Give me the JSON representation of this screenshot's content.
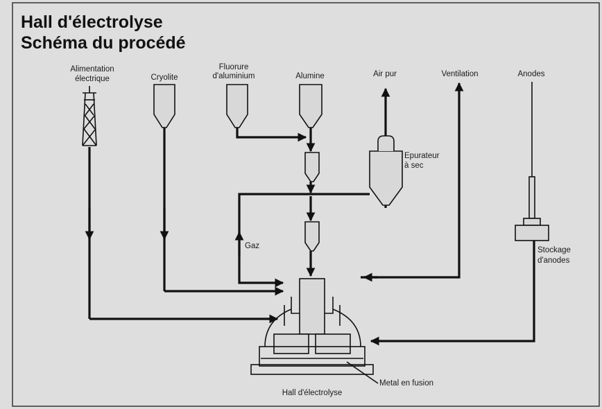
{
  "diagram": {
    "title_line1": "Hall d'électrolyse",
    "title_line2": "Schéma du procédé",
    "labels": {
      "alimentation_1": "Alimentation",
      "alimentation_2": "électrique",
      "cryolite": "Cryolite",
      "fluorure_1": "Fluorure",
      "fluorure_2": "d'aluminium",
      "alumine": "Alumine",
      "air_pur": "Air pur",
      "ventilation": "Ventilation",
      "anodes": "Anodes",
      "epurateur_1": "Epurateur",
      "epurateur_2": "à sec",
      "gaz": "Gaz",
      "stockage_1": "Stockage",
      "stockage_2": "d'anodes",
      "metal": "Metal en fusion",
      "hall": "Hall d'électrolyse"
    }
  }
}
